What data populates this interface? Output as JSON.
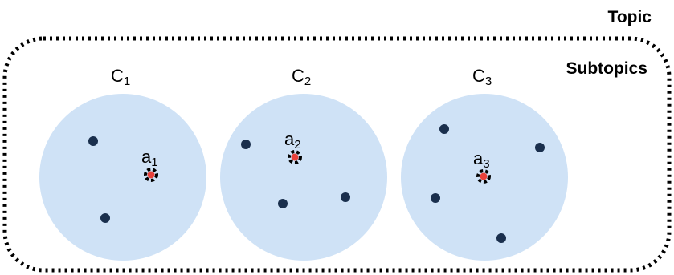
{
  "topic_label": "Topic",
  "subtopics_label": "Subtopics",
  "colors": {
    "cluster_fill": "#cfe2f6",
    "point": "#1a2f4d",
    "anchor_center": "#e8413a",
    "anchor_ring": "#000000",
    "border": "#000000"
  },
  "clusters": [
    {
      "name": "C",
      "sub": "1",
      "anchor_name": "a",
      "anchor_sub": "1"
    },
    {
      "name": "C",
      "sub": "2",
      "anchor_name": "a",
      "anchor_sub": "2"
    },
    {
      "name": "C",
      "sub": "3",
      "anchor_name": "a",
      "anchor_sub": "3"
    }
  ]
}
